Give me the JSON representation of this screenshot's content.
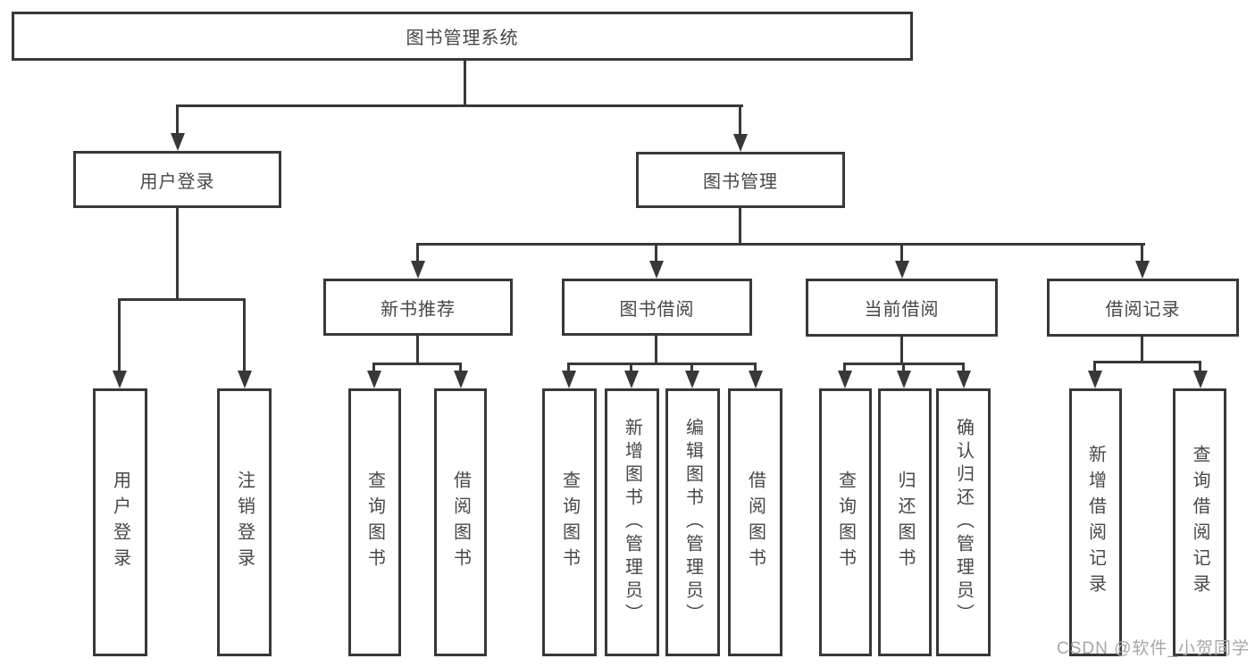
{
  "diagram": {
    "type": "tree",
    "label": "图书管理系统",
    "children": [
      {
        "label": "用户登录",
        "children": [
          {
            "label": "用户登录"
          },
          {
            "label": "注销登录"
          }
        ]
      },
      {
        "label": "图书管理",
        "children": [
          {
            "label": "新书推荐",
            "children": [
              {
                "label": "查询图书"
              },
              {
                "label": "借阅图书"
              }
            ]
          },
          {
            "label": "图书借阅",
            "children": [
              {
                "label": "查询图书"
              },
              {
                "label": "新增图书（管理员）"
              },
              {
                "label": "编辑图书（管理员）"
              },
              {
                "label": "借阅图书"
              }
            ]
          },
          {
            "label": "当前借阅",
            "children": [
              {
                "label": "查询图书"
              },
              {
                "label": "归还图书"
              },
              {
                "label": "确认归还（管理员）"
              }
            ]
          },
          {
            "label": "借阅记录",
            "children": [
              {
                "label": "新增借阅记录"
              },
              {
                "label": "查询借阅记录"
              }
            ]
          }
        ]
      }
    ]
  },
  "watermark": {
    "text": "CSDN @软件_小贺同学"
  },
  "colors": {
    "line": "#383838",
    "text": "#474747",
    "watermark": "#a6a6a6",
    "background": "#ffffff"
  }
}
